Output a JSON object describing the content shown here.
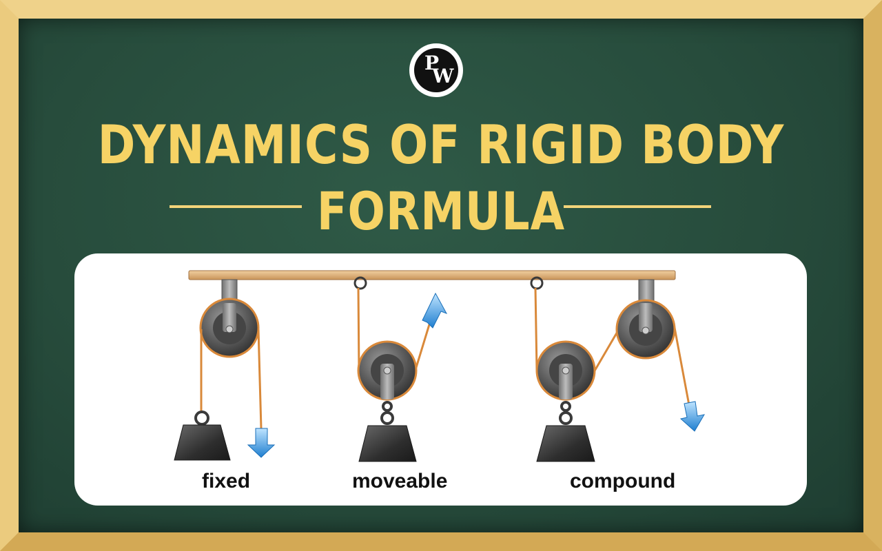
{
  "logo": {
    "letter_top": "P",
    "letter_bottom": "W"
  },
  "title": {
    "line1": "DYNAMICS OF RIGID BODY",
    "line2": "FORMULA"
  },
  "diagram": {
    "labels": {
      "fixed": "fixed",
      "moveable": "moveable",
      "compound": "compound"
    }
  },
  "colors": {
    "board": "#274c3c",
    "frame": "#e4c16e",
    "title": "#f6d365",
    "rope": "#d9893a",
    "arrow": "#2f8fd8",
    "beam": "#e0b27a"
  }
}
